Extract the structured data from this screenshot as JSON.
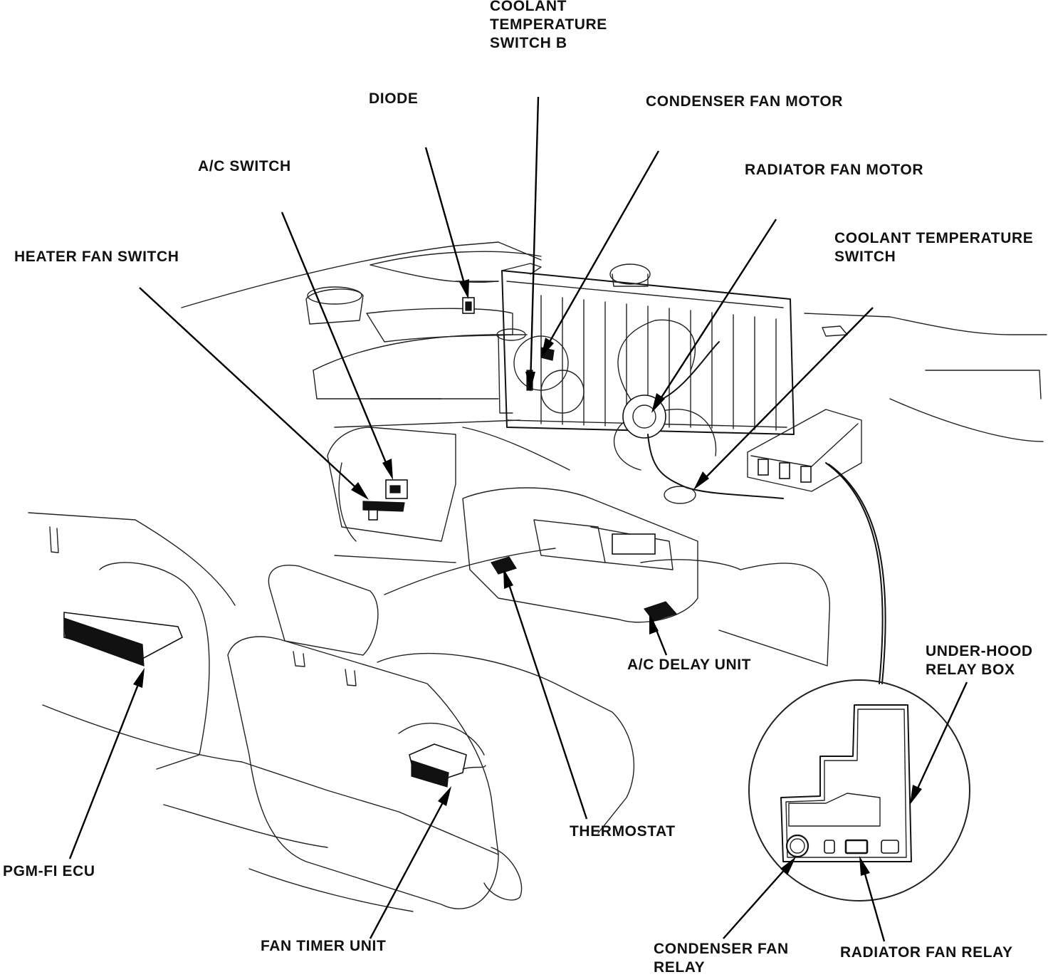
{
  "labels": {
    "coolant_temp_switch_b": "COOLANT\nTEMPERATURE\nSWITCH B",
    "diode": "DIODE",
    "condenser_fan_motor": "CONDENSER FAN MOTOR",
    "radiator_fan_motor": "RADIATOR FAN MOTOR",
    "ac_switch": "A/C SWITCH",
    "heater_fan_switch": "HEATER FAN SWITCH",
    "coolant_temp_switch": "COOLANT TEMPERATURE\nSWITCH",
    "ac_delay_unit": "A/C DELAY UNIT",
    "under_hood_relay_box": "UNDER-HOOD\nRELAY BOX",
    "thermostat": "THERMOSTAT",
    "pgm_fi_ecu": "PGM-FI ECU",
    "fan_timer_unit": "FAN TIMER UNIT",
    "condenser_fan_relay": "CONDENSER FAN\nRELAY",
    "radiator_fan_relay": "RADIATOR FAN RELAY"
  }
}
